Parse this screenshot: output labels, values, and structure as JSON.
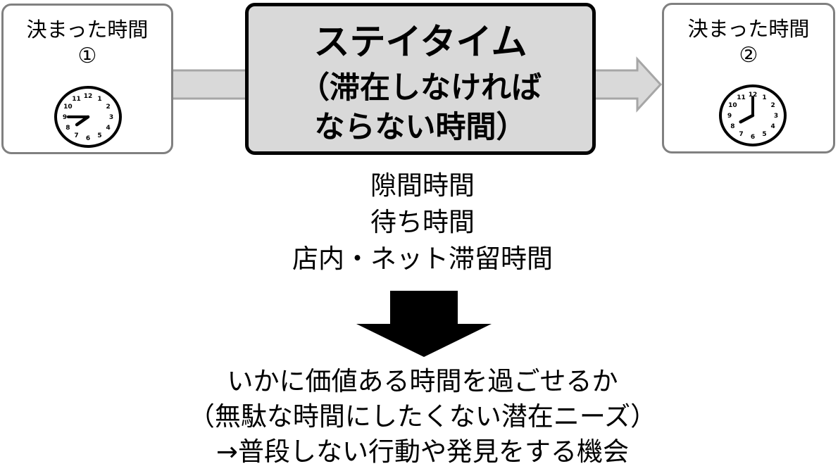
{
  "diagram": {
    "left_box": {
      "title": "決まった時間",
      "number": "①",
      "clock_time": "7:45"
    },
    "center_box": {
      "title": "ステイタイム",
      "subtitle_line1": "（滞在しなければ",
      "subtitle_line2": "ならない時間）"
    },
    "right_box": {
      "title": "決まった時間",
      "number": "②",
      "clock_time": "8:00"
    },
    "examples": [
      "隙間時間",
      "待ち時間",
      "店内・ネット滞留時間"
    ],
    "conclusion": [
      "いかに価値ある時間を過ごせるか",
      "（無駄な時間にしたくない潜在ニーズ）",
      "→普段しない行動や発見をする機会"
    ],
    "clock_numerals": [
      "12",
      "1",
      "2",
      "3",
      "4",
      "5",
      "6",
      "7",
      "8",
      "9",
      "10",
      "11"
    ],
    "colors": {
      "center_fill": "#d9d9d9",
      "side_border": "#808080",
      "gray_arrow": "#d9d9d9",
      "gray_arrow_border": "#a6a6a6",
      "down_arrow": "#000000"
    }
  }
}
